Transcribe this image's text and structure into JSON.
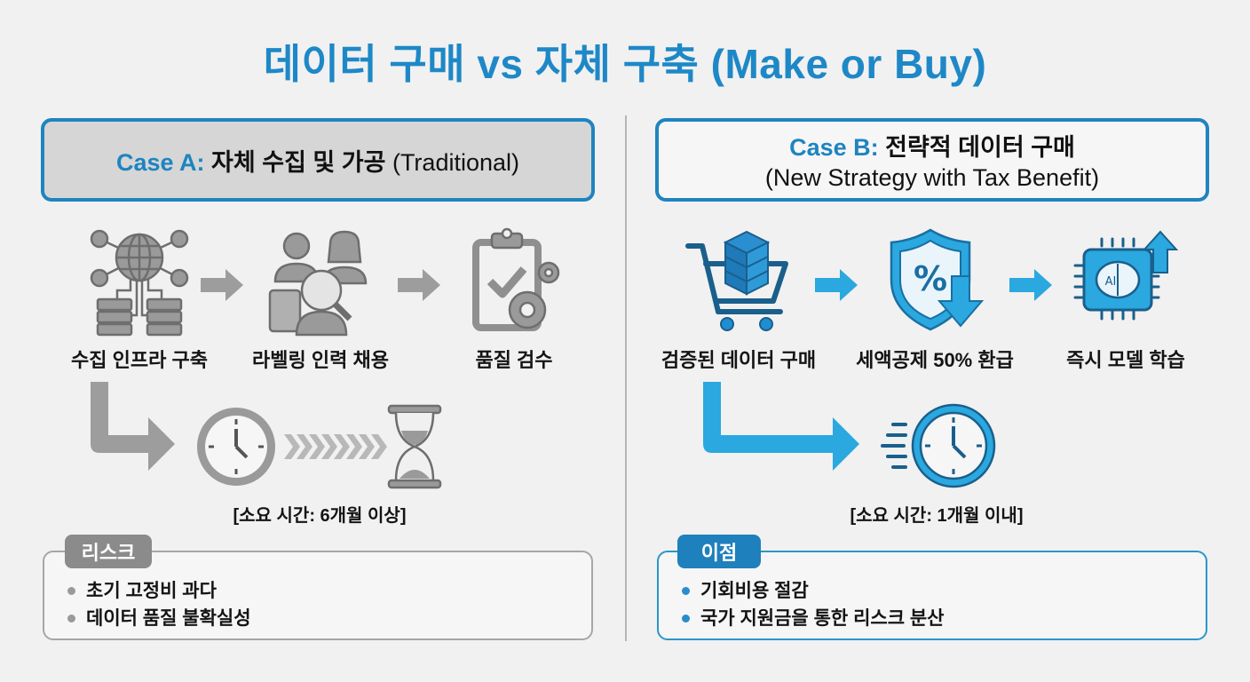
{
  "title": "데이터 구매 vs 자체 구축 (Make or Buy)",
  "colors": {
    "accent_blue": "#1e84c0",
    "light_blue": "#2aa8df",
    "gray_icon": "#8f8f8f",
    "background": "#f1f1f1"
  },
  "case_a": {
    "label": "Case A:",
    "title": "자체 수집 및 가공",
    "subtitle": "(Traditional)",
    "steps": [
      {
        "icon": "network-servers-icon",
        "label": "수집 인프라 구축"
      },
      {
        "icon": "people-search-icon",
        "label": "라벨링 인력 채용"
      },
      {
        "icon": "clipboard-check-gears-icon",
        "label": "품질 검수"
      }
    ],
    "time_label": "[소요 시간: 6개월 이상]",
    "box_tag": "리스크",
    "bullets": [
      "초기 고정비 과다",
      "데이터 품질 불확실성"
    ]
  },
  "case_b": {
    "label": "Case B:",
    "title": "전략적 데이터 구매",
    "subtitle": "(New Strategy with Tax Benefit)",
    "steps": [
      {
        "icon": "cart-database-icon",
        "label": "검증된 데이터 구매"
      },
      {
        "icon": "shield-percent-down-icon",
        "label": "세액공제 50% 환급"
      },
      {
        "icon": "ai-chip-up-icon",
        "label": "즉시 모델 학습"
      }
    ],
    "time_label": "[소요 시간: 1개월 이내]",
    "box_tag": "이점",
    "bullets": [
      "기회비용 절감",
      "국가 지원금을 통한 리스크 분산"
    ]
  }
}
